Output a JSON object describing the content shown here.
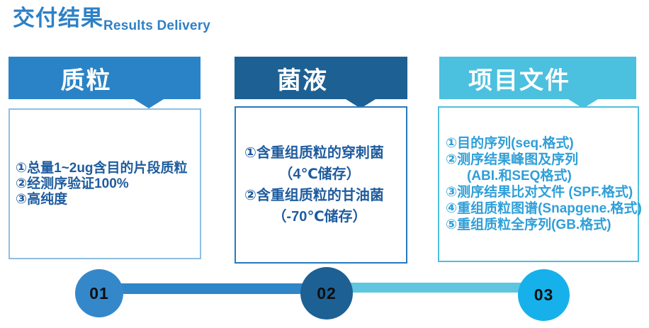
{
  "title": {
    "zh": "交付结果",
    "en": "Results Delivery"
  },
  "columns": [
    {
      "id": "plasmid",
      "header": "质粒",
      "lines": [
        "①总量1~2ug含目的片段质粒",
        "②经测序验证100%",
        "③高纯度"
      ]
    },
    {
      "id": "bacterial-liquid",
      "header": "菌液",
      "lines": [
        "①含重组质粒的穿刺菌",
        "（4℃储存）",
        "②含重组质粒的甘油菌",
        "（-70℃储存）"
      ]
    },
    {
      "id": "project-files",
      "header": "项目文件",
      "lines": [
        "①目的序列(seq.格式)",
        "②测序结果峰图及序列",
        "(ABI.和SEQ格式)",
        "③测序结果比对文件 (SPF.格式)",
        "④重组质粒图谱(Snapgene.格式)",
        "⑤重组质粒全序列(GB.格式)"
      ]
    }
  ],
  "timeline": {
    "steps": [
      "01",
      "02",
      "03"
    ]
  },
  "colors": {
    "title_blue": "#2E80C6",
    "banner1": "#2A83C6",
    "banner2": "#1D6094",
    "banner3": "#4CC0DF",
    "box1_border": "#8FBEE2",
    "box2_border": "#2779BE",
    "box3_border": "#4CC0DF",
    "text_dark": "#1F5C9E",
    "text_light": "#2F9FD8",
    "circle1": "#3488CA",
    "circle2": "#1D6094",
    "circle3": "#16B1EA",
    "line1": "#2E86C8",
    "line2": "#5FC6DF",
    "number": "#0E0E0E"
  }
}
